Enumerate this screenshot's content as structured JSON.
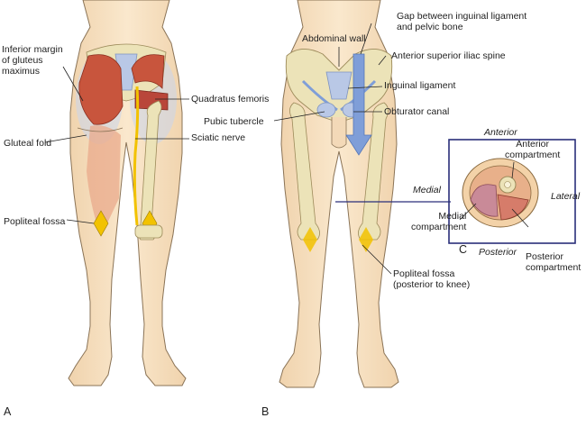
{
  "panels": {
    "a": "A",
    "b": "B",
    "c": "C"
  },
  "labels_a": {
    "gluteus": "Inferior margin\nof gluteus\nmaximus",
    "quadratus": "Quadratus femoris",
    "gluteal_fold": "Gluteal fold",
    "sciatic": "Sciatic nerve",
    "popliteal": "Popliteal fossa"
  },
  "labels_b": {
    "abdominal": "Abdominal wall",
    "gap": "Gap between inguinal ligament\nand pelvic bone",
    "asis": "Anterior superior iliac spine",
    "inguinal": "Inguinal ligament",
    "pubic": "Pubic tubercle",
    "obturator": "Obturator canal",
    "medial": "Medial",
    "popliteal": "Popliteal fossa\n(posterior to knee)"
  },
  "labels_c": {
    "anterior": "Anterior",
    "anterior_comp": "Anterior\ncompartment",
    "lateral": "Lateral",
    "medial_comp": "Medial\ncompartment",
    "posterior": "Posterior",
    "posterior_comp": "Posterior\ncompartment"
  },
  "colors": {
    "skin": "#f6dfbf",
    "skin_outline": "#8a7356",
    "muscle": "#c8553d",
    "bone": "#ece3b8",
    "nerve": "#f2c200",
    "ligament": "#7f9ed8",
    "box": "#2a2f7a"
  }
}
